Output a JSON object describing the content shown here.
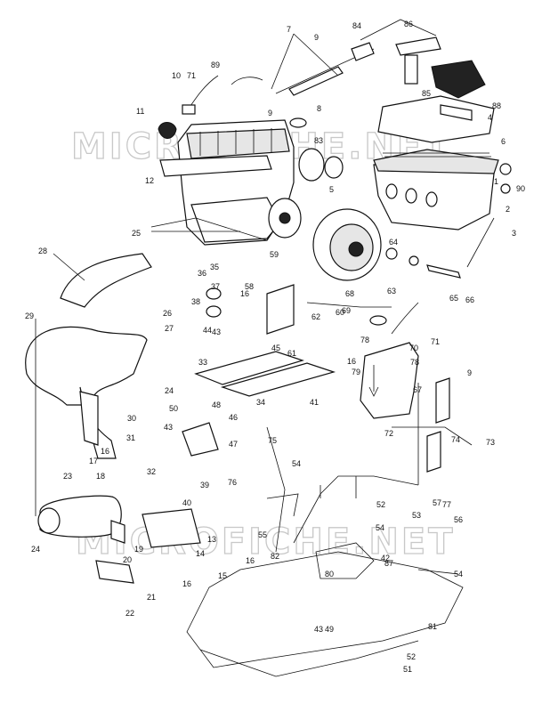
{
  "watermark": {
    "text": "MICROFICHE.NET"
  },
  "callouts": [
    "1",
    "2",
    "3",
    "4",
    "5",
    "6",
    "7",
    "8",
    "9",
    "9",
    "9",
    "10",
    "11",
    "12",
    "13",
    "14",
    "15",
    "16",
    "16",
    "16",
    "16",
    "16",
    "17",
    "18",
    "19",
    "20",
    "21",
    "22",
    "23",
    "24",
    "24",
    "25",
    "26",
    "27",
    "28",
    "29",
    "30",
    "31",
    "32",
    "33",
    "34",
    "35",
    "36",
    "37",
    "38",
    "39",
    "40",
    "41",
    "42",
    "43",
    "43",
    "43",
    "44",
    "45",
    "46",
    "47",
    "48",
    "49",
    "50",
    "51",
    "52",
    "52",
    "53",
    "54",
    "54",
    "54",
    "55",
    "56",
    "57",
    "58",
    "59",
    "60",
    "61",
    "62",
    "63",
    "64",
    "65",
    "66",
    "67",
    "68",
    "69",
    "70",
    "71",
    "71",
    "72",
    "73",
    "74",
    "75",
    "76",
    "77",
    "78",
    "78",
    "79",
    "80",
    "81",
    "82",
    "83",
    "84",
    "85",
    "86",
    "87",
    "88",
    "89",
    "90"
  ]
}
